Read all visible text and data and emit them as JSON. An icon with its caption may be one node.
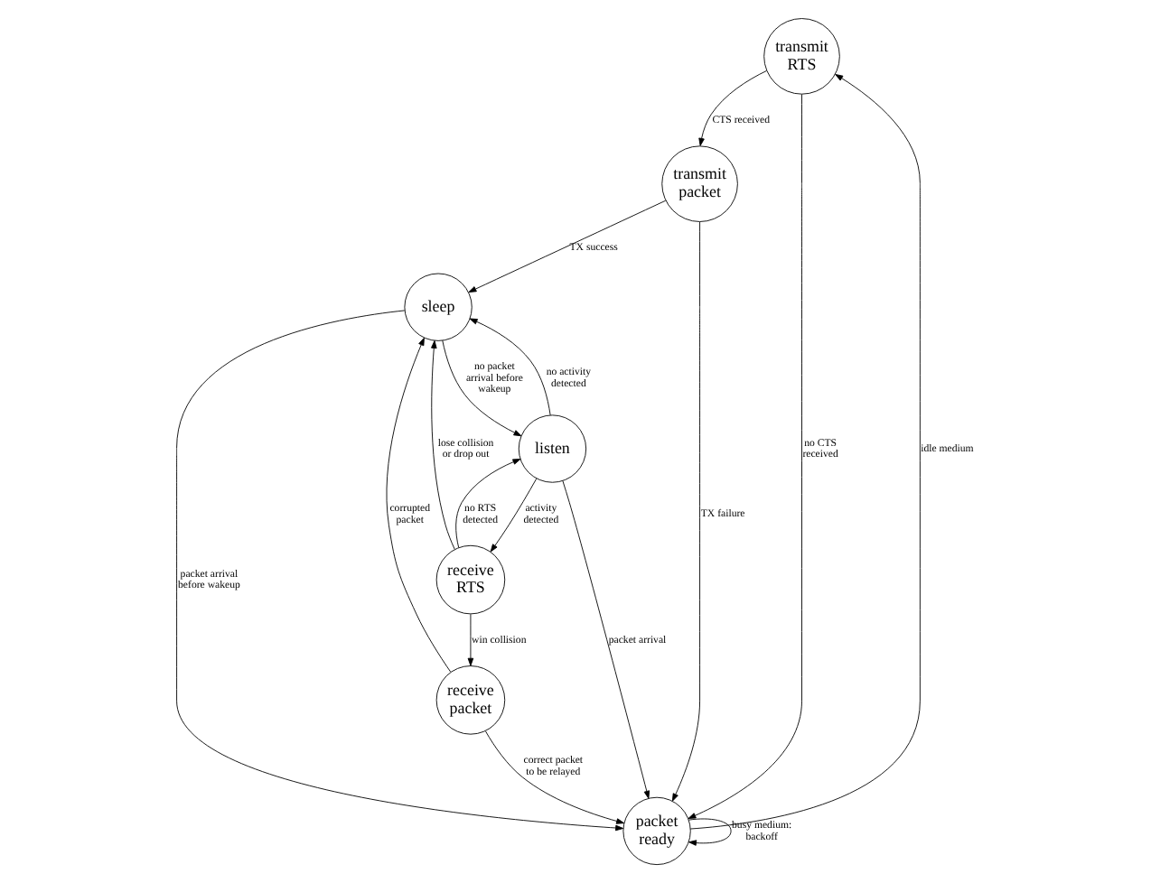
{
  "diagram": {
    "nodes": [
      {
        "text": [
          "transmit RTS"
        ]
      },
      {
        "text": [
          "transmit packet"
        ]
      },
      {
        "text": [
          "sleep"
        ]
      },
      {
        "text": [
          "packet ready"
        ]
      },
      {
        "text": [
          "listen"
        ]
      },
      {
        "text": [
          "receive packet"
        ]
      },
      {
        "text": [
          "receive RTS"
        ]
      }
    ],
    "edges": [
      {
        "from": 0,
        "to": 1,
        "arrow": "to",
        "label": "CTS received"
      },
      {
        "from": 1,
        "to": 2,
        "arrow": "to",
        "label": "TX success"
      },
      {
        "from": 1,
        "to": 3,
        "arrow": "to",
        "label": "TX failure"
      },
      {
        "from": 0,
        "to": 3,
        "arrow": "to",
        "label": "no CTS received"
      },
      {
        "from": 3,
        "to": 0,
        "arrow": "to",
        "label": "idle medium"
      },
      {
        "from": 3,
        "to": 3,
        "arrow": "to",
        "label": "busy medium: backoff"
      },
      {
        "from": 2,
        "to": 3,
        "arrow": "to",
        "label": "packet arrival before wakeup"
      },
      {
        "from": 2,
        "to": 4,
        "arrow": "to",
        "label": "no packet arrival before wakeup"
      },
      {
        "from": 4,
        "to": 2,
        "arrow": "to",
        "label": "no activity detected"
      },
      {
        "from": 4,
        "to": 3,
        "arrow": "to",
        "label": "packet arrival"
      },
      {
        "from": 4,
        "to": 6,
        "arrow": "to",
        "label": "activity detected"
      },
      {
        "from": 6,
        "to": 4,
        "arrow": "to",
        "label": "no RTS detected"
      },
      {
        "from": 6,
        "to": 5,
        "arrow": "to",
        "label": "win collision"
      },
      {
        "from": 5,
        "to": 2,
        "arrow": "to",
        "label": "corrupted packet"
      },
      {
        "from": 5,
        "to": 3,
        "arrow": "to",
        "label": "correct packet to be relayed"
      },
      {
        "from": 6,
        "to": 2,
        "arrow": "to",
        "label": "lose collision or drop out"
      }
    ]
  }
}
